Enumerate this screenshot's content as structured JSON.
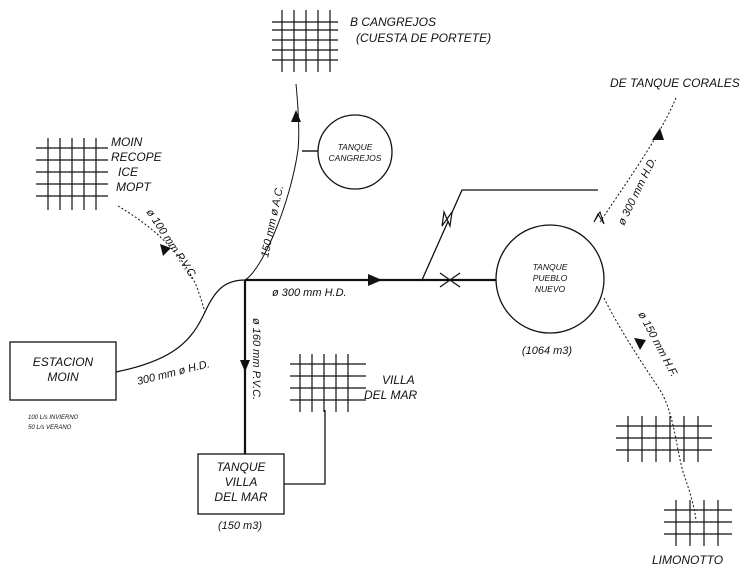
{
  "nodes": {
    "estacion_moin": {
      "lines": [
        "ESTACION",
        "MOIN"
      ]
    },
    "estacion_note": [
      "100  L/s  INVIERNO",
      "50  L/s  VERANO"
    ],
    "tanque_villa": {
      "lines": [
        "TANQUE",
        "VILLA",
        "DEL MAR"
      ],
      "capacity": "(150 m3)"
    },
    "tanque_pueblo": {
      "lines": [
        "TANQUE",
        "PUEBLO",
        "NUEVO"
      ],
      "capacity": "(1064 m3)"
    },
    "tanque_cangrejos": {
      "lines": [
        "TANQUE",
        "CANGREJOS"
      ]
    }
  },
  "places": {
    "moin": [
      "MOIN",
      "RECOPE",
      "ICE",
      "MOPT"
    ],
    "cangrejos": [
      "B  CANGREJOS",
      "(CUESTA DE PORTETE)"
    ],
    "villa_mar": [
      "VILLA",
      "DEL MAR"
    ],
    "corales": "DE TANQUE CORALES",
    "limonotto": "LIMONOTTO"
  },
  "pipes": {
    "main_moin": "300 mm ø H.D.",
    "to_moin_zone": "ø 100 mm P.V.C.",
    "to_cangrejos": "150 mm ø A.C.",
    "trunk": "ø 300 mm H.D.",
    "to_villa": "ø 160 mm P.V.C.",
    "from_corales": "ø 300 mm H.D.",
    "to_limonotto": "ø 150 mm H.F."
  }
}
